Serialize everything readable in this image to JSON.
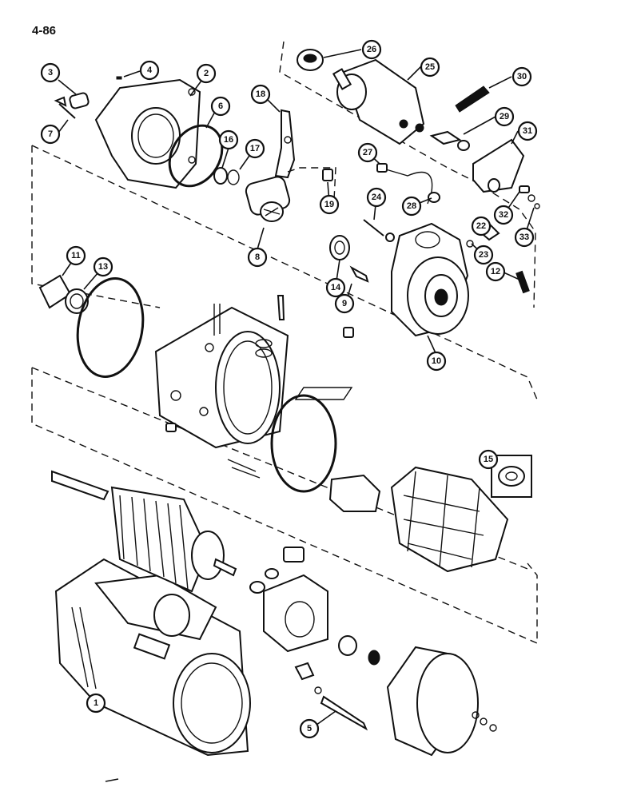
{
  "page": {
    "number": "4-86"
  },
  "callouts": [
    {
      "id": "1",
      "label": "1"
    },
    {
      "id": "2",
      "label": "2"
    },
    {
      "id": "3",
      "label": "3"
    },
    {
      "id": "4",
      "label": "4"
    },
    {
      "id": "5",
      "label": "5"
    },
    {
      "id": "6",
      "label": "6"
    },
    {
      "id": "7",
      "label": "7"
    },
    {
      "id": "8",
      "label": "8"
    },
    {
      "id": "9",
      "label": "9"
    },
    {
      "id": "10",
      "label": "10"
    },
    {
      "id": "11",
      "label": "11"
    },
    {
      "id": "12",
      "label": "12"
    },
    {
      "id": "13",
      "label": "13"
    },
    {
      "id": "14",
      "label": "14"
    },
    {
      "id": "15",
      "label": "15"
    },
    {
      "id": "16",
      "label": "16"
    },
    {
      "id": "17",
      "label": "17"
    },
    {
      "id": "18",
      "label": "18"
    },
    {
      "id": "19",
      "label": "19"
    },
    {
      "id": "22",
      "label": "22"
    },
    {
      "id": "23",
      "label": "23"
    },
    {
      "id": "24",
      "label": "24"
    },
    {
      "id": "25",
      "label": "25"
    },
    {
      "id": "26",
      "label": "26"
    },
    {
      "id": "27",
      "label": "27"
    },
    {
      "id": "28",
      "label": "28"
    },
    {
      "id": "29",
      "label": "29"
    },
    {
      "id": "30",
      "label": "30"
    },
    {
      "id": "31",
      "label": "31"
    },
    {
      "id": "32",
      "label": "32"
    },
    {
      "id": "33",
      "label": "33"
    }
  ]
}
